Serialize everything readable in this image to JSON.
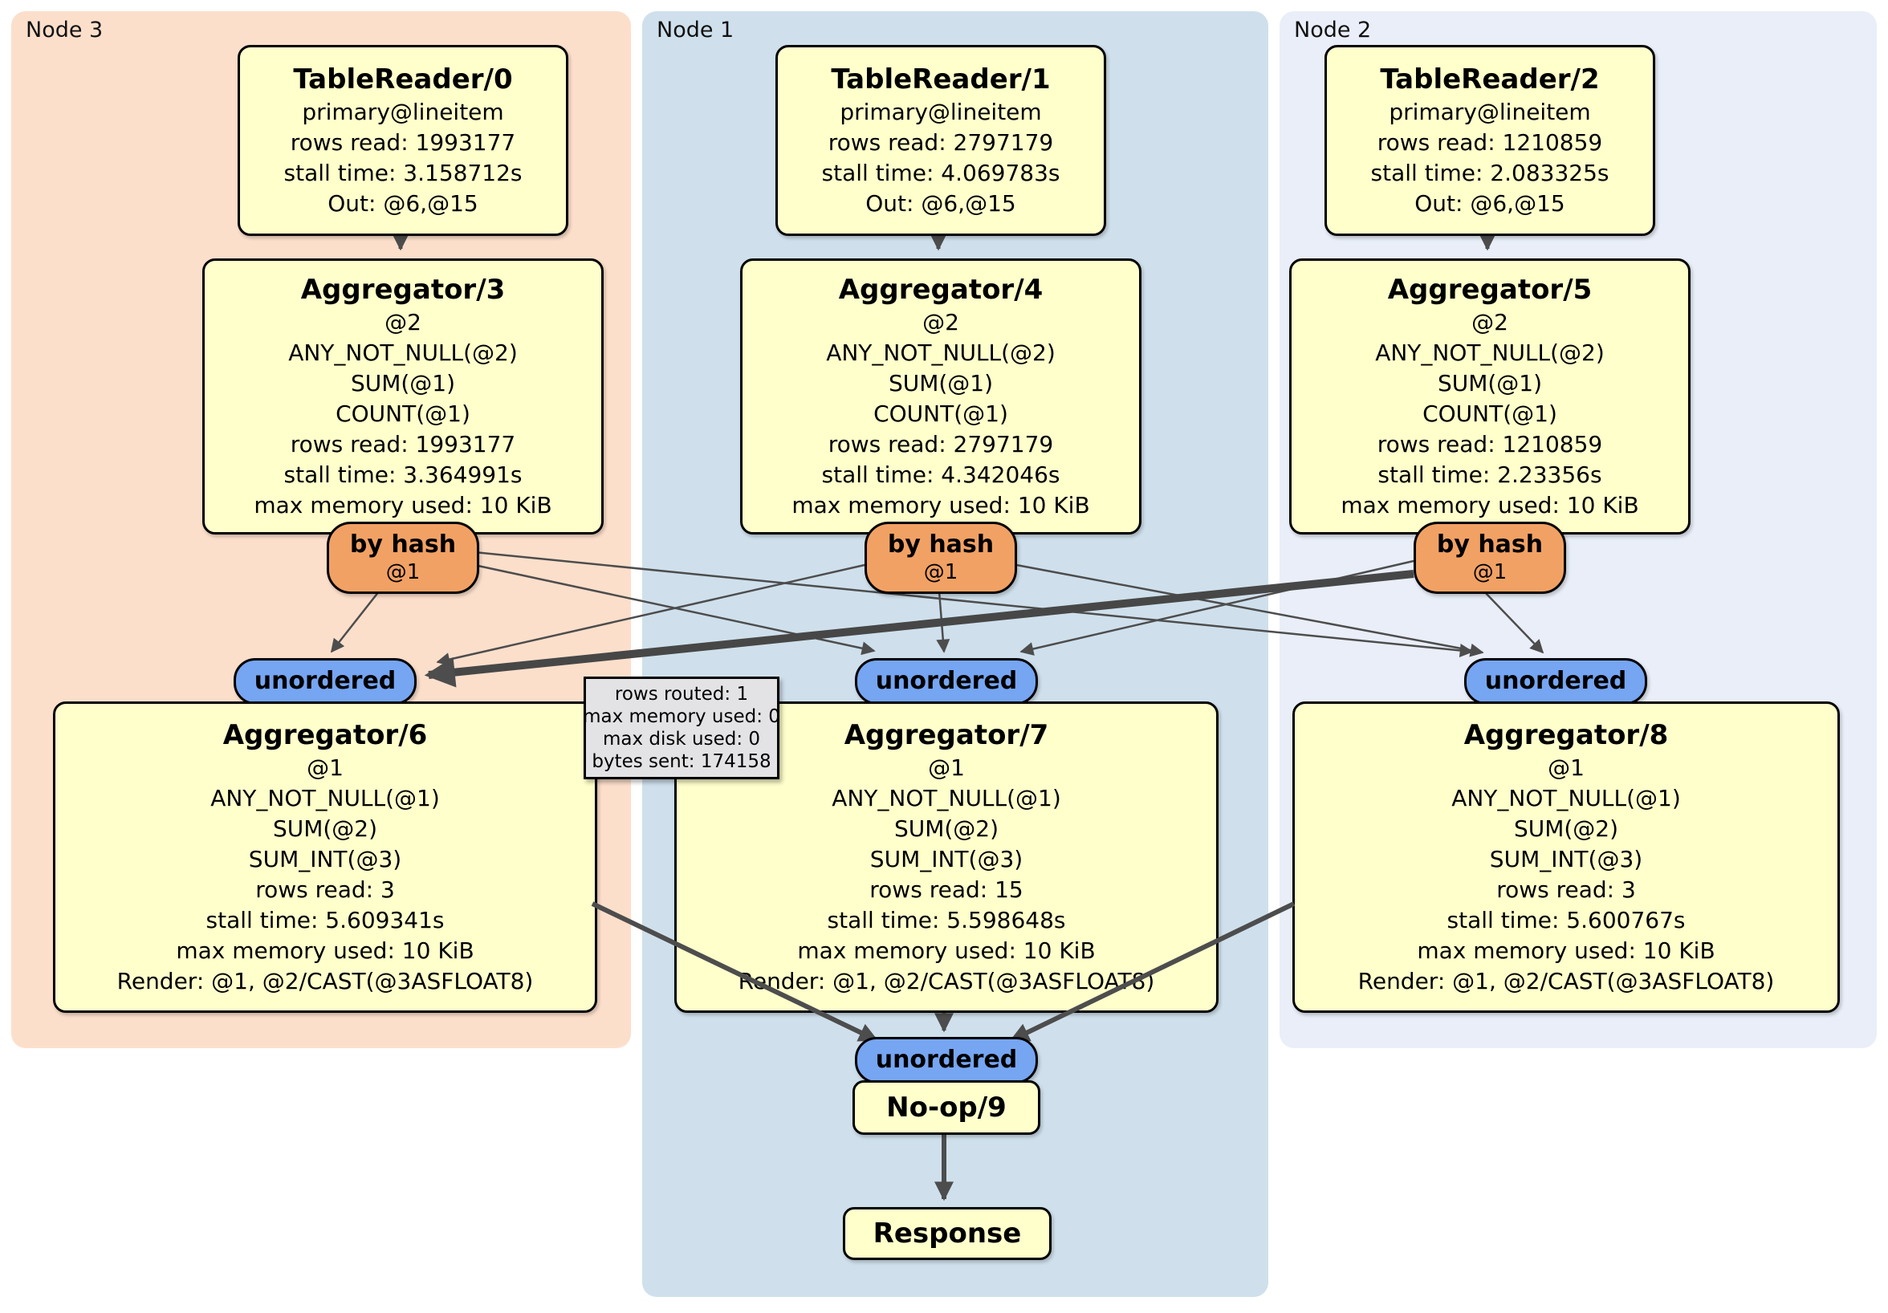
{
  "panels": [
    {
      "key": "node3",
      "label": "Node 3",
      "fill": "#fcdfcb"
    },
    {
      "key": "node1",
      "label": "Node 1",
      "fill": "#cfe0ec"
    },
    {
      "key": "node2",
      "label": "Node 2",
      "fill": "#e9eef8"
    }
  ],
  "nodes": {
    "tr0": {
      "title": "TableReader/0",
      "lines": [
        "primary@lineitem",
        "rows read: 1993177",
        "stall time: 3.158712s",
        "Out: @6,@15"
      ]
    },
    "tr1": {
      "title": "TableReader/1",
      "lines": [
        "primary@lineitem",
        "rows read: 2797179",
        "stall time: 4.069783s",
        "Out: @6,@15"
      ]
    },
    "tr2": {
      "title": "TableReader/2",
      "lines": [
        "primary@lineitem",
        "rows read: 1210859",
        "stall time: 2.083325s",
        "Out: @6,@15"
      ]
    },
    "agg3": {
      "title": "Aggregator/3",
      "lines": [
        "@2",
        "ANY_NOT_NULL(@2)",
        "SUM(@1)",
        "COUNT(@1)",
        "rows read: 1993177",
        "stall time: 3.364991s",
        "max memory used: 10 KiB"
      ]
    },
    "agg4": {
      "title": "Aggregator/4",
      "lines": [
        "@2",
        "ANY_NOT_NULL(@2)",
        "SUM(@1)",
        "COUNT(@1)",
        "rows read: 2797179",
        "stall time: 4.342046s",
        "max memory used: 10 KiB"
      ]
    },
    "agg5": {
      "title": "Aggregator/5",
      "lines": [
        "@2",
        "ANY_NOT_NULL(@2)",
        "SUM(@1)",
        "COUNT(@1)",
        "rows read: 1210859",
        "stall time: 2.23356s",
        "max memory used: 10 KiB"
      ]
    },
    "agg6": {
      "title": "Aggregator/6",
      "lines": [
        "@1",
        "ANY_NOT_NULL(@1)",
        "SUM(@2)",
        "SUM_INT(@3)",
        "rows read: 3",
        "stall time: 5.609341s",
        "max memory used: 10 KiB",
        "Render: @1, @2/CAST(@3ASFLOAT8)"
      ]
    },
    "agg7": {
      "title": "Aggregator/7",
      "lines": [
        "@1",
        "ANY_NOT_NULL(@1)",
        "SUM(@2)",
        "SUM_INT(@3)",
        "rows read: 15",
        "stall time: 5.598648s",
        "max memory used: 10 KiB",
        "Render: @1, @2/CAST(@3ASFLOAT8)"
      ]
    },
    "agg8": {
      "title": "Aggregator/8",
      "lines": [
        "@1",
        "ANY_NOT_NULL(@1)",
        "SUM(@2)",
        "SUM_INT(@3)",
        "rows read: 3",
        "stall time: 5.600767s",
        "max memory used: 10 KiB",
        "Render: @1, @2/CAST(@3ASFLOAT8)"
      ]
    },
    "noop": {
      "title": "No-op/9"
    },
    "response": {
      "title": "Response"
    }
  },
  "routers": {
    "by_hash": {
      "label": "by hash",
      "detail": "@1"
    },
    "unordered": {
      "label": "unordered"
    }
  },
  "tooltip": {
    "lines": [
      "rows routed: 1",
      "max memory used: 0",
      "max disk used: 0",
      "bytes sent: 174158"
    ]
  },
  "colors": {
    "panel_node3": "#fcdfcb",
    "panel_node1": "#cfe0ec",
    "panel_node2": "#e9eef8",
    "node_fill": "#ffffcc",
    "by_hash_fill": "#f2a164",
    "unordered_fill": "#76a5f2",
    "tooltip_fill": "#e3e3e6",
    "edge": "#4d4d4d"
  }
}
